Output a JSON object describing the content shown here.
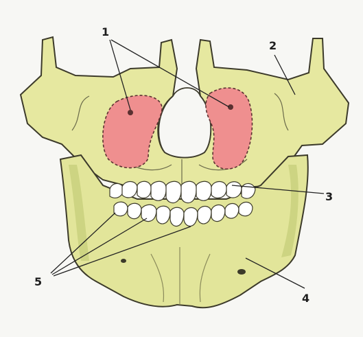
{
  "labels": [
    {
      "id": "1",
      "text": "1"
    },
    {
      "id": "2",
      "text": "2"
    },
    {
      "id": "3",
      "text": "3"
    },
    {
      "id": "4",
      "text": "4"
    },
    {
      "id": "5",
      "text": "5"
    }
  ],
  "colors": {
    "bone": "#e6e8a0",
    "bone_shade": "#cdd384",
    "bone_outline": "#3c3a2a",
    "sinus": "#ef8f8f",
    "teeth": "#ffffff",
    "background": "#f7f7f4"
  }
}
